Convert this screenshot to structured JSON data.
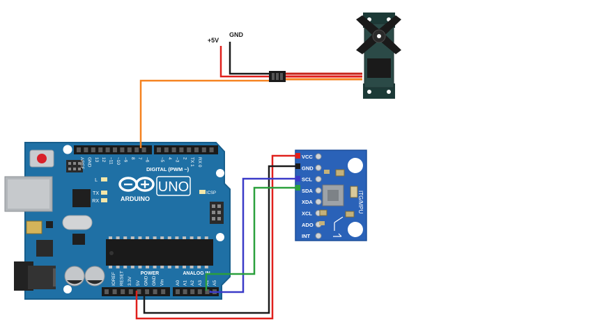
{
  "power_labels": {
    "vcc": "+5V",
    "gnd": "GND"
  },
  "arduino": {
    "brand_logo": "ARDUINO",
    "model": "UNO",
    "digital_header_label": "DIGITAL (PWM ~)",
    "digital_pins": [
      "AREF",
      "GND",
      "13",
      "12",
      "~11",
      "~10",
      "~9",
      "8",
      "7",
      "~6",
      "~5",
      "4",
      "~3",
      "2",
      "TX 1",
      "RX 0"
    ],
    "led_labels": [
      "L",
      "TX",
      "RX"
    ],
    "power_header_label": "POWER",
    "analog_header_label": "ANALOG IN",
    "power_pins": [
      "IOREF",
      "RESET",
      "3.3V",
      "5V",
      "GND",
      "GND",
      "Vin"
    ],
    "analog_pins": [
      "A0",
      "A1",
      "A2",
      "A3",
      "A4",
      "A5"
    ],
    "icsp_label": "ICSP"
  },
  "mpu_module": {
    "pin_labels": [
      "VCC",
      "GND",
      "SCL",
      "SDA",
      "XDA",
      "XCL",
      "ADO",
      "INT"
    ],
    "board_text": "ITG/MPU"
  },
  "wire_colors": {
    "power": "#e0201c",
    "ground": "#1a1a1a",
    "signal": "#f58220",
    "scl": "#3a3ac8",
    "sda": "#2aa03c"
  }
}
